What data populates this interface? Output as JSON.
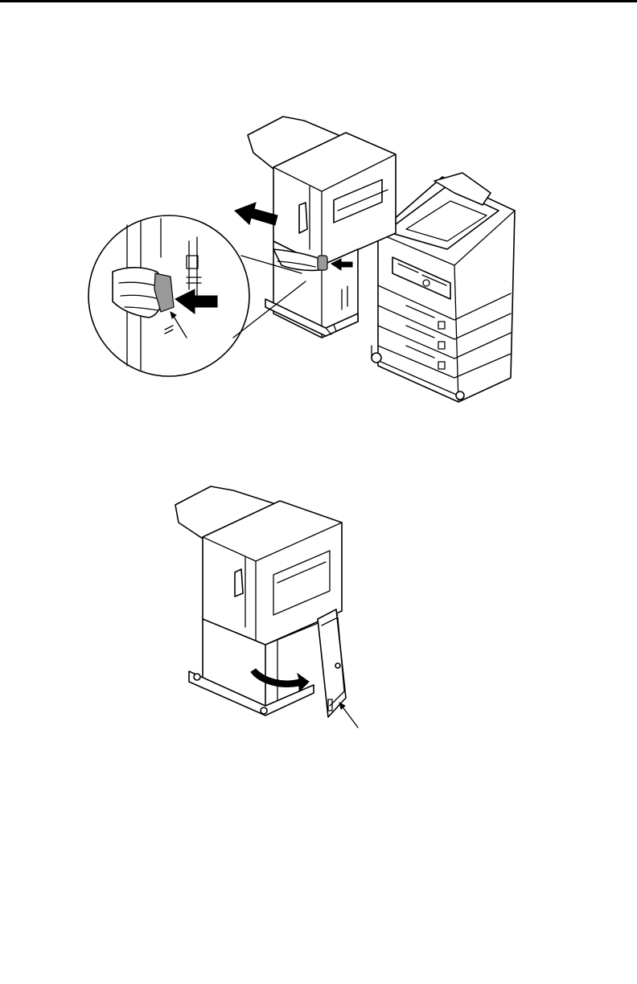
{
  "page": {
    "background": "#ffffff",
    "line_color": "#000000"
  },
  "figures": [
    {
      "icon": "finisher-release-lever-illustration",
      "callouts": [
        "release-lever-pointer"
      ],
      "arrows": [
        "pull-finisher-left-arrow",
        "push-lever-arrow"
      ]
    },
    {
      "icon": "finisher-open-front-door-illustration",
      "callouts": [
        "front-door-pointer"
      ],
      "arrows": [
        "open-door-arrow"
      ]
    }
  ]
}
